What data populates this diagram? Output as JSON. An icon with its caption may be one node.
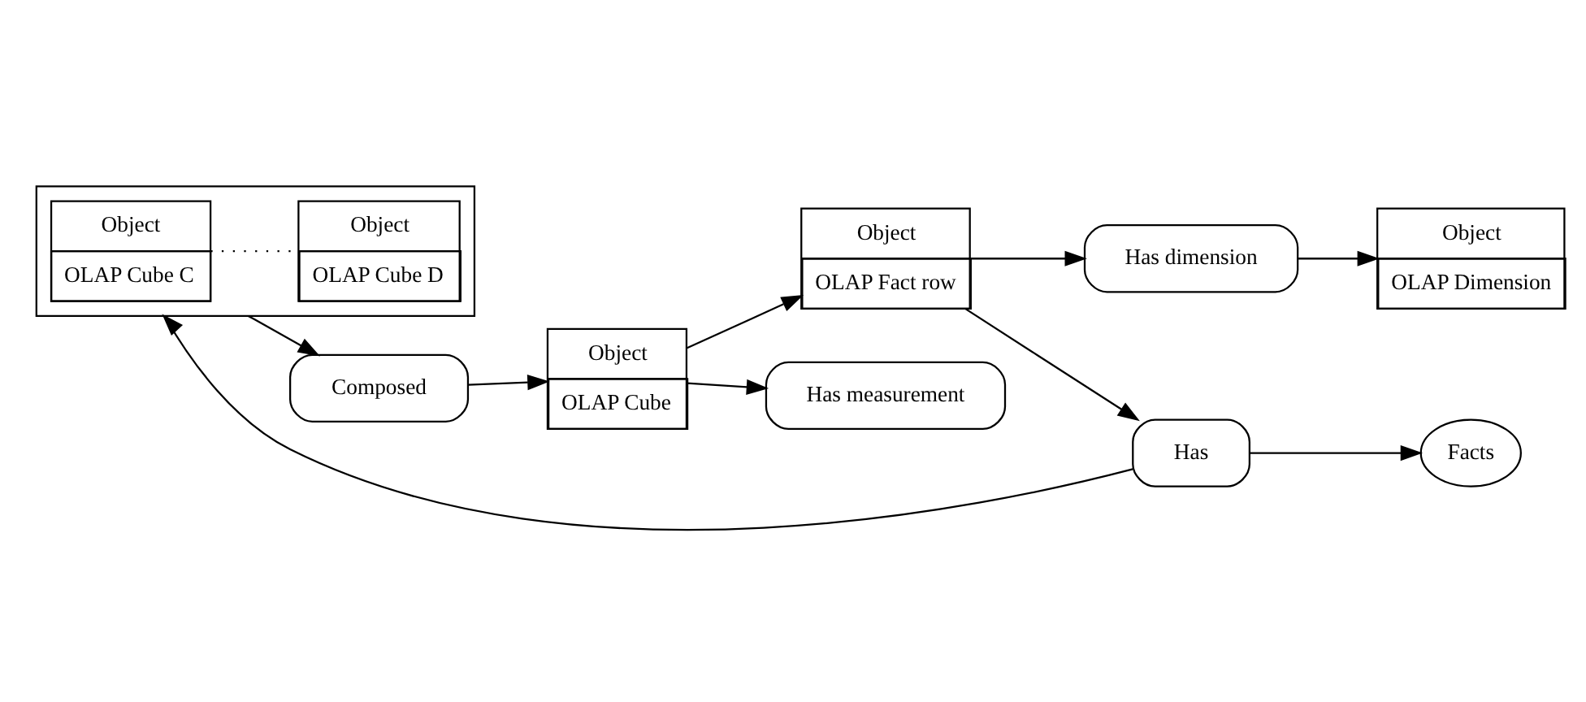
{
  "diagram": {
    "nodes": [
      {
        "text": [
          "Object",
          "OLAP Dimension"
        ]
      },
      {
        "text": [
          "Has dimension"
        ]
      },
      {
        "text": [
          "Facts"
        ]
      },
      {
        "text": [],
        "shape": "box"
      },
      {
        "text": [
          "Object",
          "OLAP Cube C"
        ],
        "in": 3
      },
      {
        "text": [
          "Object",
          "OLAP Cube D"
        ],
        "in": 3
      },
      {
        "text": [
          "Object",
          "OLAP Cube"
        ]
      },
      {
        "text": [
          "Object",
          "OLAP Fact row"
        ]
      },
      {
        "text": [
          "Has"
        ]
      },
      {
        "text": [
          "Has measurement"
        ]
      },
      {
        "text": [
          "Composed"
        ]
      }
    ],
    "edges": [
      {
        "from": 1,
        "to": 0,
        "arrow": "to"
      },
      {
        "from": 7,
        "to": 1,
        "arrow": "to"
      },
      {
        "from": 8,
        "to": 2,
        "arrow": "to"
      },
      {
        "from": 6,
        "to": 7,
        "arrow": "to"
      },
      {
        "from": 6,
        "to": 9,
        "arrow": "to"
      },
      {
        "from": 7,
        "to": 8,
        "arrow": "to"
      },
      {
        "from": 8,
        "to": 3,
        "arrow": "to"
      },
      {
        "from": 3,
        "to": 10,
        "arrow": "to"
      },
      {
        "from": 10,
        "to": 6,
        "arrow": "to"
      },
      {
        "from": 4,
        "to": 5,
        "arrow": "none",
        "style": "dashed"
      }
    ]
  }
}
